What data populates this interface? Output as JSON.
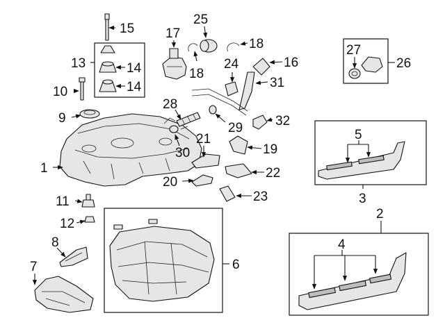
{
  "callouts": {
    "c1": "1",
    "c2": "2",
    "c3": "3",
    "c4": "4",
    "c5": "5",
    "c6": "6",
    "c7": "7",
    "c8": "8",
    "c9": "9",
    "c10": "10",
    "c11": "11",
    "c12": "12",
    "c13": "13",
    "c14a": "14",
    "c14b": "14",
    "c15": "15",
    "c16": "16",
    "c17": "17",
    "c18a": "18",
    "c18b": "18",
    "c19": "19",
    "c20": "20",
    "c21": "21",
    "c22": "22",
    "c23": "23",
    "c24": "24",
    "c25": "25",
    "c26": "26",
    "c27": "27",
    "c28": "28",
    "c29": "29",
    "c30": "30",
    "c31": "31",
    "c32": "32"
  },
  "colors": {
    "line": "#111111",
    "fill": "#e6e6e6",
    "background": "#ffffff"
  }
}
